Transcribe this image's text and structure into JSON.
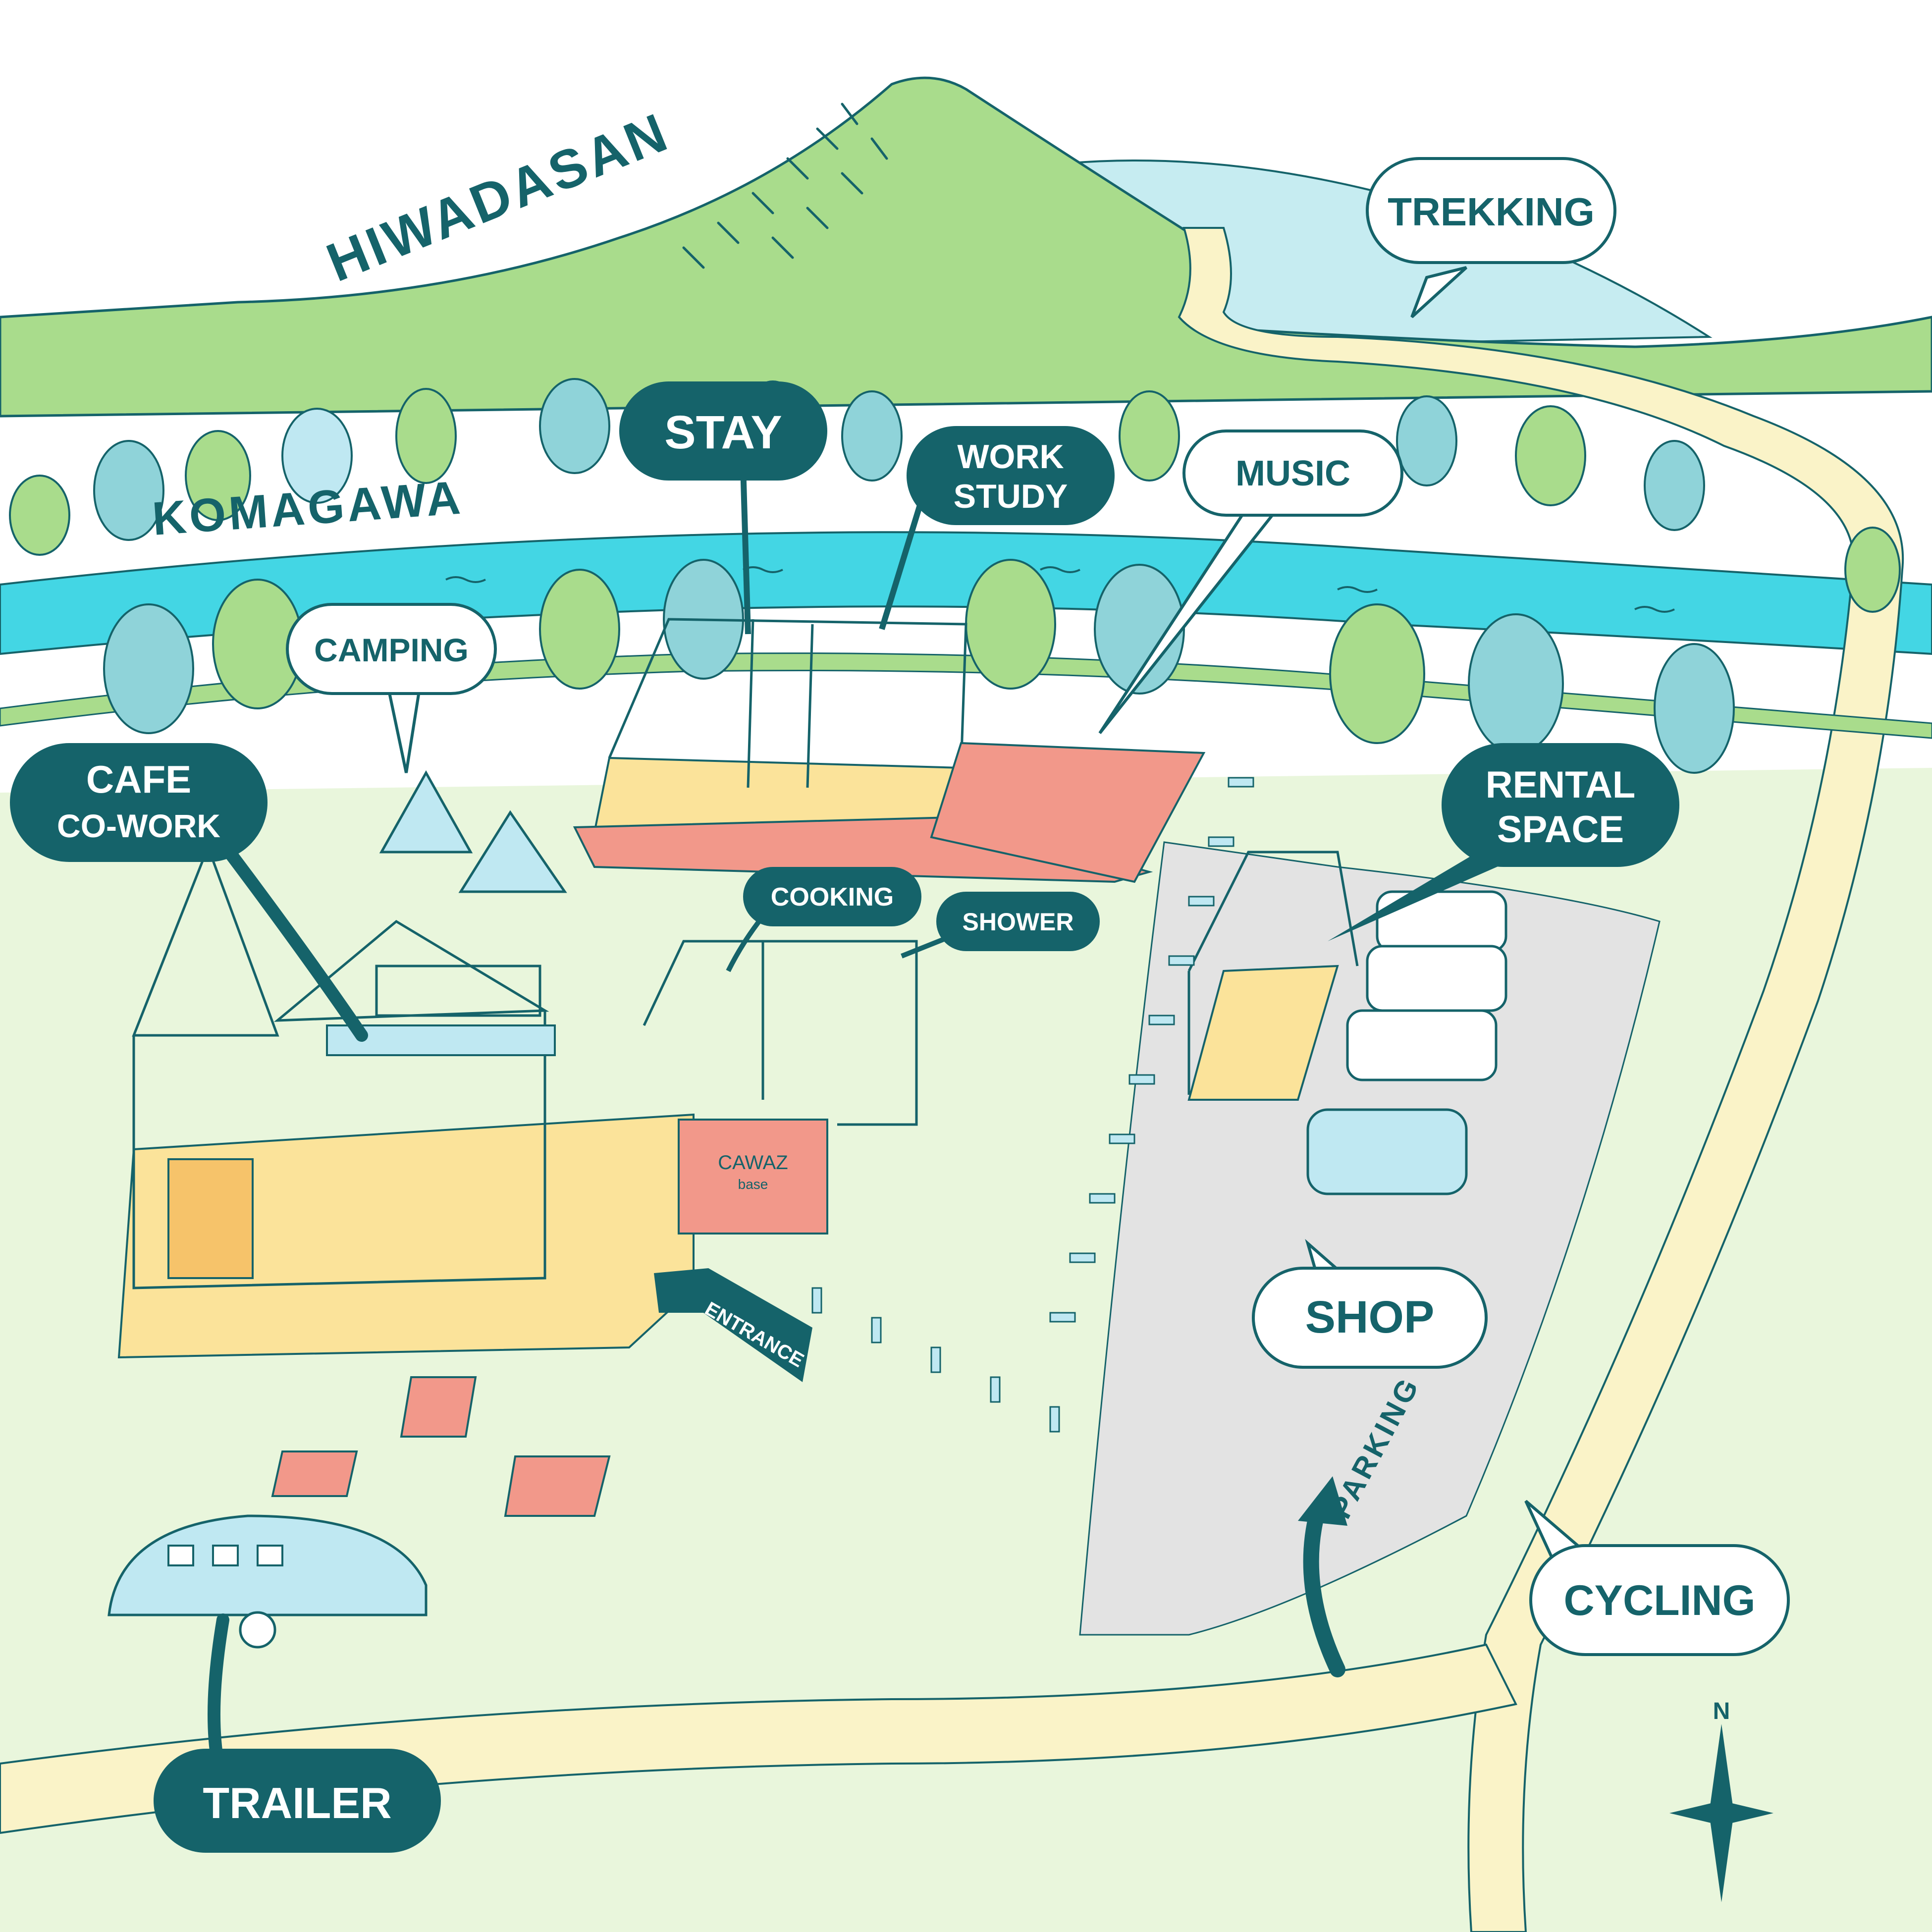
{
  "colors": {
    "teal": "#15636a",
    "hill_green": "#a9dc8c",
    "meadow_green": "#e9f6dc",
    "river": "#43d6e4",
    "road": "#faf3c8",
    "deck_yellow": "#fbe39a",
    "terracotta": "#f2988a",
    "parking_gray": "#e3e3e3",
    "trailer_blue": "#bfe8f2"
  },
  "labels": {
    "hiwadasan": "HIWADASAN",
    "komagawa": "KOMAGAWA",
    "parking": "PARKING",
    "entrance": "ENTRANCE",
    "north": "N",
    "cafe_sign_1": "CAWAZ",
    "cafe_sign_2": "base"
  },
  "callouts": {
    "trekking": "TREKKING",
    "stay": "STAY",
    "work_1": "WORK",
    "work_2": "STUDY",
    "music": "MUSIC",
    "camping": "CAMPING",
    "cafe_1": "CAFE",
    "cafe_2": "CO-WORK",
    "rental_1": "RENTAL",
    "rental_2": "SPACE",
    "cooking": "COOKING",
    "shower": "SHOWER",
    "shop": "SHOP",
    "cycling": "CYCLING",
    "trailer": "TRAILER"
  },
  "icons": {
    "compass": "compass-rose-icon",
    "arrow": "curved-arrow-icon",
    "entrance_hand": "pointing-hand-icon"
  }
}
